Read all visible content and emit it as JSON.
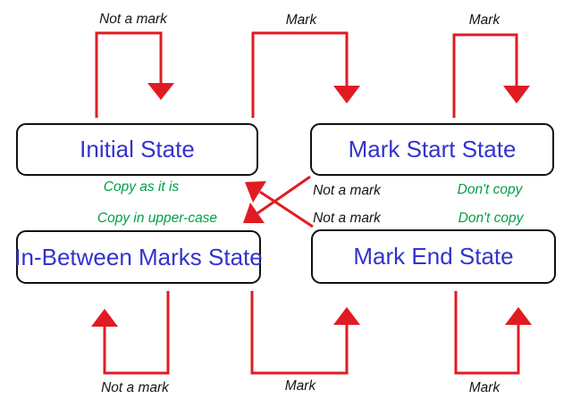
{
  "diagram": {
    "colors": {
      "arrow_red": "#e11b23",
      "state_text_blue": "#3333cc",
      "action_text_green": "#00a046",
      "edge_text_black": "#141414",
      "background": "#ffffff"
    },
    "states": {
      "initial": {
        "label": "Initial State"
      },
      "mark_start": {
        "label": "Mark Start State"
      },
      "in_between": {
        "label": "In-Between Marks State"
      },
      "mark_end": {
        "label": "Mark End State"
      }
    },
    "transitions": {
      "initial_self_loop": {
        "label": "Not a mark"
      },
      "initial_to_mark_start": {
        "label": "Mark"
      },
      "mark_start_self_loop": {
        "label": "Mark"
      },
      "mark_end_to_initial": {
        "label": "Not a mark"
      },
      "mark_start_to_in_between": {
        "label": "Not a mark"
      },
      "in_between_self_loop": {
        "label": "Not a mark"
      },
      "in_between_to_mark_end": {
        "label": "Mark"
      },
      "mark_end_self_loop": {
        "label": "Mark"
      }
    },
    "actions": {
      "copy_as_is": {
        "label": "Copy as it is"
      },
      "copy_upper": {
        "label": "Copy in upper-case"
      },
      "dont_copy_top": {
        "label": "Don't copy"
      },
      "dont_copy_bottom": {
        "label": "Don't copy"
      }
    }
  }
}
